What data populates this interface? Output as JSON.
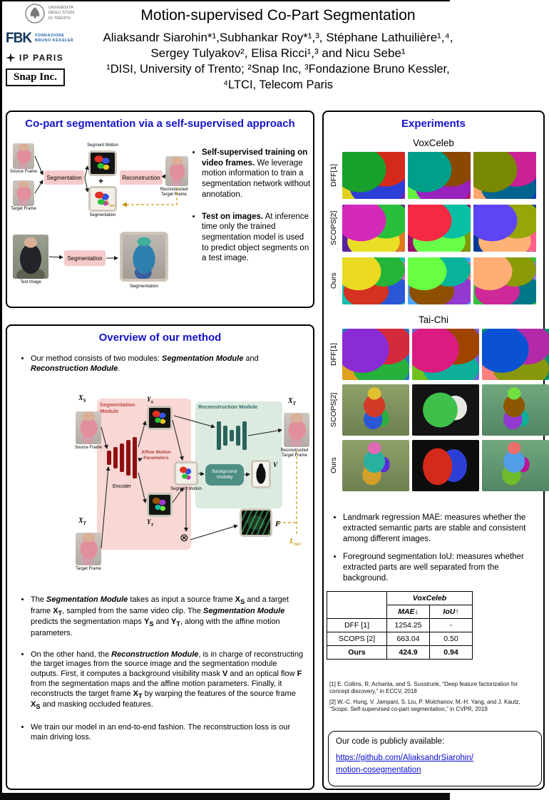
{
  "colors": {
    "accent_blue": "#1414c8",
    "module_pink": "#f8d7d5",
    "module_green": "#dcebe0",
    "segmentation_box_pink": "#f6caca",
    "encoder_red": "#8f1010",
    "decoder_teal": "#2a635c",
    "background_visibility_teal": "#4e8e84",
    "loss_gold": "#c8960c",
    "link_blue": "#0b0bd6",
    "module_label_red": "#bf4a42"
  },
  "header": {
    "title": "Motion-supervised Co-Part Segmentation",
    "authors_line1": "Aliaksandr Siarohin*¹,Subhankar Roy*¹,³, Stéphane  Lathuilière¹,⁴,",
    "authors_line2": "Sergey Tulyakov², Elisa Ricci¹,³ and Nicu Sebe¹",
    "affiliations_line1": "¹DISI, University of Trento; ²Snap Inc, ³Fondazione Bruno Kessler,",
    "affiliations_line2": "⁴LTCI, Telecom Paris",
    "logos": {
      "unitn_caption_line1": "UNIVERSITÀ DEGLI STUDI",
      "unitn_caption_line2": "DI TRENTO",
      "fbk_mark": "FBK",
      "fbk_text_line1": "FONDAZIONE",
      "fbk_text_line2": "BRUNO KESSLER",
      "ip_paris": "IP PARIS",
      "snap": "Snap Inc."
    }
  },
  "approach": {
    "title": "Co-part segmentation via a self-supervised approach",
    "bullets": [
      {
        "lead": "Self-supervised training on video frames.",
        "rest": " We leverage  motion information to train a segmentation network without annotation."
      },
      {
        "lead": "Test on images.",
        "rest": " At inference time only the trained segmentation model is used to predict object segments on a test image."
      }
    ],
    "diagram": {
      "source_caption": "Source Frame",
      "target_caption": "Target Frame",
      "segmentation_box": "Segmentation",
      "segment_motion_label": "Segment Motion",
      "plus": "+",
      "segmentation_maps_label": "Segmentation",
      "reconstruction_box": "Reconstruction",
      "reconstructed_caption": "Reconstructed Target Frame",
      "loss_base": "L",
      "loss_sub": "rec",
      "test_caption": "Test Image",
      "test_segmentation_box": "Segmentation",
      "output_caption": "Segmentation"
    }
  },
  "method": {
    "title": "Overview of our method",
    "intro": [
      {
        "t": "Our method consists of two modules: "
      },
      {
        "t": "Segmentation Module",
        "b": true,
        "i": true
      },
      {
        "t": " and "
      },
      {
        "t": "Reconstruction Module",
        "b": true,
        "i": true
      },
      {
        "t": "."
      }
    ],
    "diagram": {
      "segmentation_module": "Segmentation Module",
      "reconstruction_module": "Reconstruction  Module",
      "xs": {
        "base": "X",
        "sub": "S"
      },
      "xt": {
        "base": "X",
        "sub": "T"
      },
      "xt_hat": {
        "base": "X",
        "sub": "T"
      },
      "ys": {
        "base": "Y",
        "sub": "S"
      },
      "yt": {
        "base": "Y",
        "sub": "T"
      },
      "source_caption": "Source Frame",
      "target_caption": "Target Frame",
      "encoder": "Encoder",
      "affine": "Affine Motion Parameters",
      "segment_motion": "Segment Motion",
      "background_visibility": "Background Visibility",
      "v_label": "V",
      "f_label": "F",
      "otimes": "⊗",
      "loss_base": "L",
      "loss_sub": "rec",
      "reconstructed_caption": "Reconstructed Target Frame"
    },
    "bullets": {
      "b1": [
        {
          "t": "The "
        },
        {
          "t": "Segmentation Module",
          "b": true,
          "i": true
        },
        {
          "t": " takes as input a source frame "
        },
        {
          "t": "X",
          "b": true
        },
        {
          "t": "S",
          "b": true,
          "sub": true
        },
        {
          "t": " and a target frame "
        },
        {
          "t": "X",
          "b": true
        },
        {
          "t": "T",
          "b": true,
          "sub": true
        },
        {
          "t": ", sampled from the same video clip. The "
        },
        {
          "t": "Segmentation Module",
          "b": true,
          "i": true
        },
        {
          "t": " predicts the segmentation maps "
        },
        {
          "t": "Y",
          "b": true
        },
        {
          "t": "S",
          "b": true,
          "sub": true
        },
        {
          "t": "  and "
        },
        {
          "t": "Y",
          "b": true
        },
        {
          "t": "T",
          "b": true,
          "sub": true
        },
        {
          "t": ", along with the affine motion parameters."
        }
      ],
      "b2": [
        {
          "t": "On the other hand, the "
        },
        {
          "t": "Reconstruction Module",
          "b": true,
          "i": true
        },
        {
          "t": ", is in charge of reconstructing the target images from the source image and the segmentation module outputs.  First, it computes a background visibility mask "
        },
        {
          "t": "V",
          "b": true
        },
        {
          "t": " and an optical flow "
        },
        {
          "t": "F",
          "b": true
        },
        {
          "t": " from the segmentation maps and the affine motion parameters. Finally, it reconstructs the target frame "
        },
        {
          "t": "X",
          "b": true
        },
        {
          "t": "T",
          "b": true,
          "sub": true
        },
        {
          "t": " by warping the features of the source frame "
        },
        {
          "t": "X",
          "b": true
        },
        {
          "t": "S",
          "b": true,
          "sub": true
        },
        {
          "t": " and masking occluded features."
        }
      ],
      "b3": [
        {
          "t": "We train our model in an end-to-end fashion. The reconstruction loss is our main driving loss."
        }
      ]
    }
  },
  "experiments": {
    "title": "Experiments",
    "dataset1": "VoxCeleb",
    "dataset2": "Tai-Chi",
    "row_labels": [
      "DFF[1]",
      "SCOPS[2]",
      "Ours"
    ],
    "bullets": [
      "Landmark regression MAE: measures whether the extracted semantic parts are stable and consistent among different images.",
      "Foreground segmentation IoU: measures whether extracted parts are well separated from the background."
    ],
    "table": {
      "group_header": "VoxCeleb",
      "columns": [
        "MAE↓",
        "IoU↑"
      ],
      "rows": [
        {
          "label": "DFF [1]",
          "mae": "1254.25",
          "iou": "-"
        },
        {
          "label": "SCOPS [2]",
          "mae": "663.04",
          "iou": "0.50"
        },
        {
          "label": "Ours",
          "mae": "424.9",
          "iou": "0.94"
        }
      ]
    },
    "references": [
      "[1] E. Collins, R. Achanta, and S. Susstrunk, “Deep feature factorization for concept discovery,” in ECCV, 2018",
      "[2] W.-C. Hung, V. Jampani, S. Liu, P. Molchanov, M.-H. Yang, and J. Kautz, “Scops: Self-supervised co-part segmentation,” in CVPR, 2019"
    ],
    "code": {
      "label": "Our code is publicly available:",
      "link_line1": "https://github.com/AliaksandrSiarohin/",
      "link_line2": "motion-cosegmentation"
    }
  }
}
